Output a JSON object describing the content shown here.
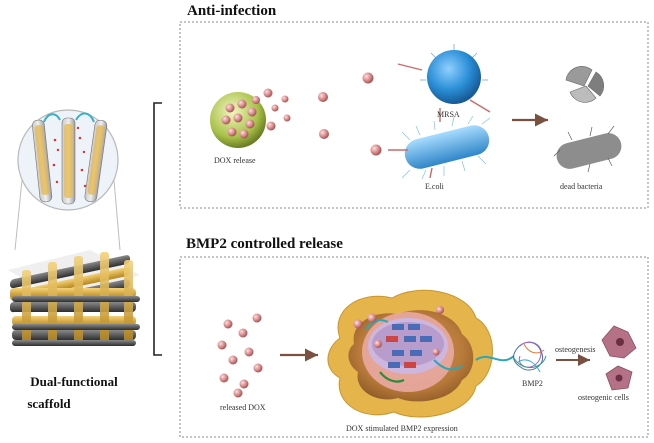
{
  "sections": {
    "anti_infection": {
      "title": "Anti-infection",
      "labels": {
        "release": "DOX release",
        "mrsa": "MRSA",
        "ecoli": "E.coli",
        "dead": "dead bacteria"
      }
    },
    "bmp2": {
      "title": "BMP2 controlled release",
      "labels": {
        "released": "released DOX",
        "stimulated": "DOX stimulated BMP2 expression",
        "bmp2": "BMP2",
        "osteogenesis": "osteogenesis",
        "osteogenic_cells": "osteogenic cells"
      }
    }
  },
  "scaffold": {
    "caption_line1": "Dual-functional",
    "caption_line2": "scaffold"
  },
  "colors": {
    "gold": "#d7a531",
    "dark_rod": "#4a4a4a",
    "particle": "#d98989",
    "mrsa": "#2a8fd6",
    "ecoli": "#5ab3e6",
    "cell": "#e6b24a",
    "nucleus": "#c8a9d6",
    "arrow": "#7a5040"
  }
}
